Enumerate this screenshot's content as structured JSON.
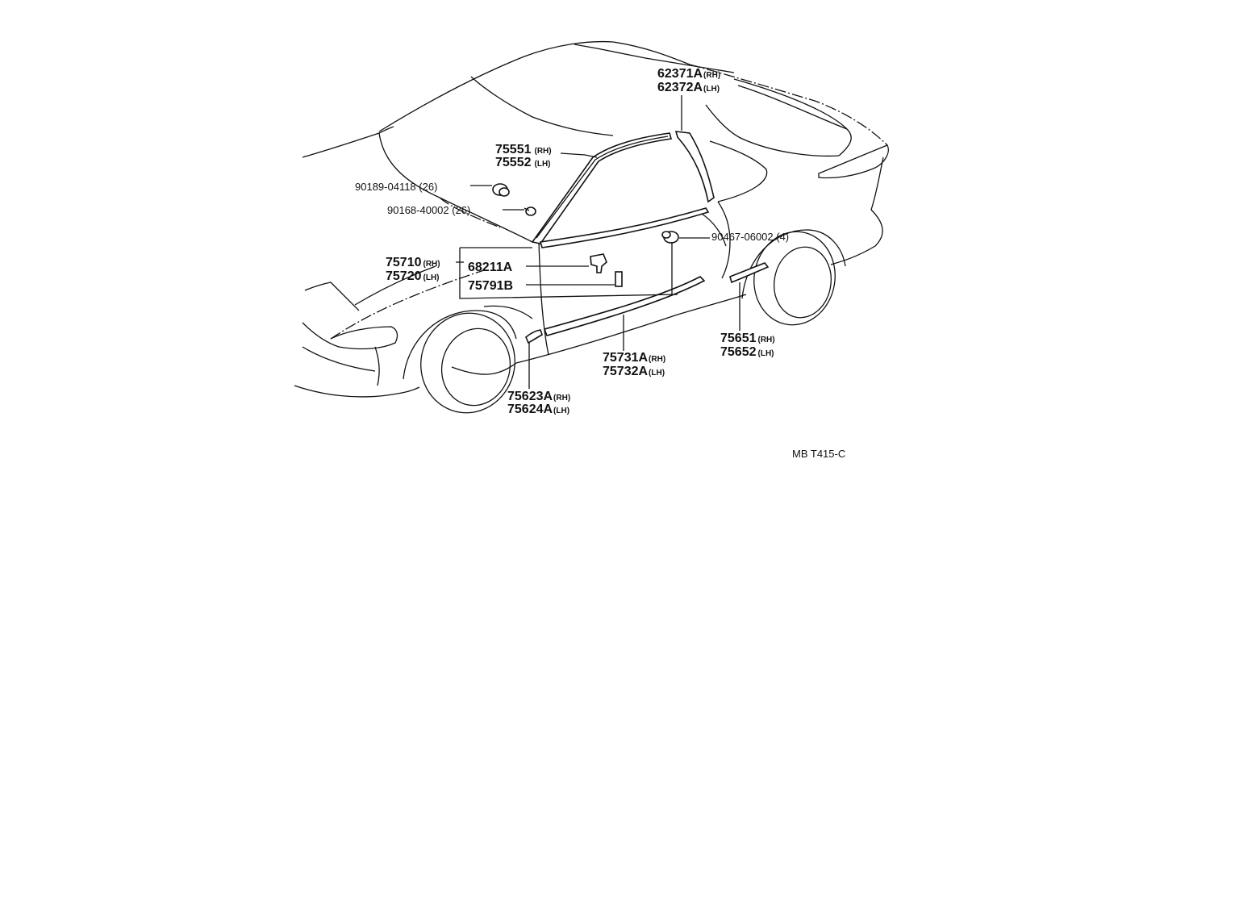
{
  "diagram": {
    "ref_code": "MB T415-C",
    "callouts": [
      {
        "id": "62371A",
        "lines": [
          {
            "code": "62371A",
            "side": "(RH)"
          },
          {
            "code": "62372A",
            "side": "(LH)"
          }
        ]
      },
      {
        "id": "75551",
        "lines": [
          {
            "code": "75551",
            "side": "(RH)"
          },
          {
            "code": "75552",
            "side": "(LH)"
          }
        ]
      },
      {
        "id": "90189",
        "lines": [
          {
            "code": "90189-04118 (26)",
            "side": ""
          }
        ]
      },
      {
        "id": "90168",
        "lines": [
          {
            "code": "90168-40002 (26)",
            "side": ""
          }
        ]
      },
      {
        "id": "90467",
        "lines": [
          {
            "code": "90467-06002 (4)",
            "side": ""
          }
        ]
      },
      {
        "id": "75710",
        "lines": [
          {
            "code": "75710",
            "side": "(RH)"
          },
          {
            "code": "75720",
            "side": "(LH)"
          }
        ]
      },
      {
        "id": "68211A",
        "lines": [
          {
            "code": "68211A",
            "side": ""
          }
        ]
      },
      {
        "id": "75791B",
        "lines": [
          {
            "code": "75791B",
            "side": ""
          }
        ]
      },
      {
        "id": "75651",
        "lines": [
          {
            "code": "75651",
            "side": "(RH)"
          },
          {
            "code": "75652",
            "side": "(LH)"
          }
        ]
      },
      {
        "id": "75731A",
        "lines": [
          {
            "code": "75731A",
            "side": "(RH)"
          },
          {
            "code": "75732A",
            "side": "(LH)"
          }
        ]
      },
      {
        "id": "75623A",
        "lines": [
          {
            "code": "75623A",
            "side": "(RH)"
          },
          {
            "code": "75624A",
            "side": "(LH)"
          }
        ]
      }
    ]
  }
}
